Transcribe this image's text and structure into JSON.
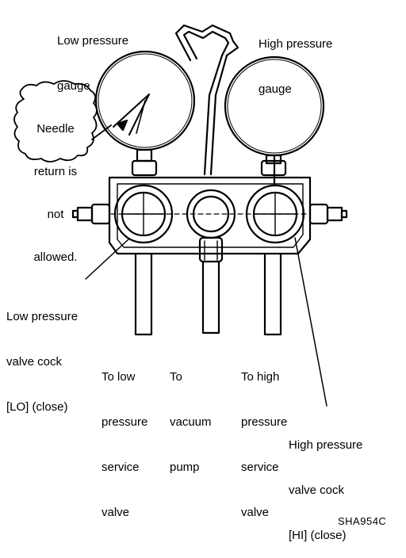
{
  "labels": {
    "low_gauge": [
      "Low pressure",
      "gauge"
    ],
    "high_gauge": [
      "High pressure",
      "gauge"
    ],
    "needle_note": [
      "Needle",
      "return is",
      "not",
      "allowed."
    ],
    "low_cock": [
      "Low pressure",
      "valve cock",
      "[LO] (close)"
    ],
    "to_low": [
      "To low",
      "pressure",
      "service",
      "valve"
    ],
    "to_vacuum": [
      "To",
      "vacuum",
      "pump"
    ],
    "to_high": [
      "To high",
      "pressure",
      "service",
      "valve"
    ],
    "high_cock": [
      "High pressure",
      "valve cock",
      "[HI] (close)"
    ]
  },
  "reference_code": "SHA954C"
}
